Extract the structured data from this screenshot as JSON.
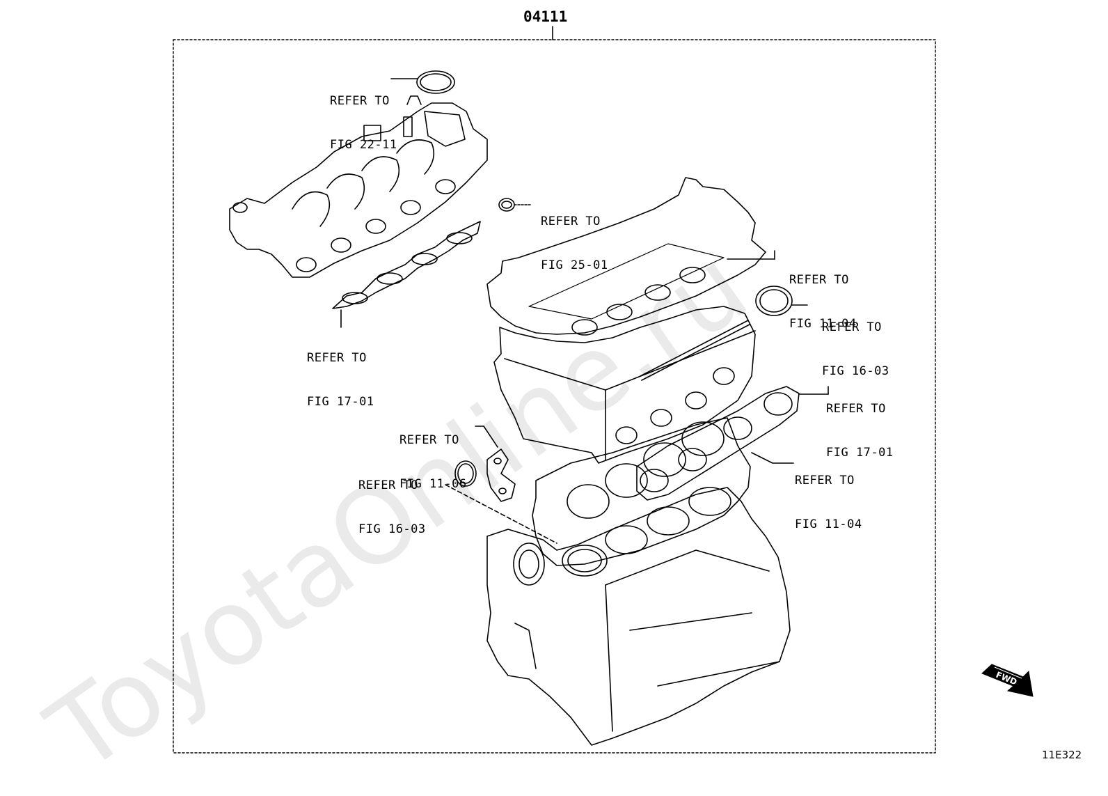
{
  "part_number": "04111",
  "illustration_code": "11E322",
  "watermark": "ToyotaOnline.ru",
  "fwd_label": "FWD",
  "callouts": [
    {
      "line1": "REFER TO",
      "line2": "FIG 22-11"
    },
    {
      "line1": "REFER TO",
      "line2": "FIG 25-01"
    },
    {
      "line1": "REFER TO",
      "line2": "FIG 11-04"
    },
    {
      "line1": "REFER TO",
      "line2": "FIG 16-03"
    },
    {
      "line1": "REFER TO",
      "line2": "FIG 17-01"
    },
    {
      "line1": "REFER TO",
      "line2": "FIG 17-01"
    },
    {
      "line1": "REFER TO",
      "line2": "FIG 11-06"
    },
    {
      "line1": "REFER TO",
      "line2": "FIG 16-03"
    },
    {
      "line1": "REFER TO",
      "line2": "FIG 11-04"
    }
  ]
}
